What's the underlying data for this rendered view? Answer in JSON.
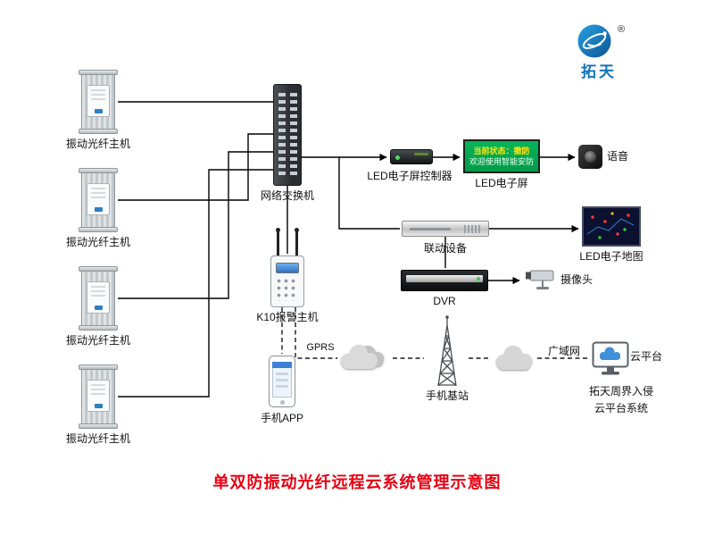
{
  "logo": {
    "brand": "拓天",
    "registered": "®"
  },
  "labels": {
    "fiber_host": "振动光纤主机",
    "switch": "网络交换机",
    "led_controller": "LED电子屏控制器",
    "led_screen": "LED电子屏",
    "voice": "语音",
    "linkage": "联动设备",
    "led_map": "LED电子地图",
    "dvr": "DVR",
    "camera": "摄像头",
    "k10": "K10报警主机",
    "gprs": "GPRS",
    "app": "手机APP",
    "base_station": "手机基站",
    "wan": "广域网",
    "cloud_platform": "云平台",
    "platform_caption_1": "拓天周界入侵",
    "platform_caption_2": "云平台系统"
  },
  "led_screen": {
    "line1": "当前状态：撤防",
    "line2": "欢迎使用智能安防"
  },
  "title": "单双防振动光纤远程云系统管理示意图",
  "colors": {
    "title_red": "#e60012",
    "brand_blue": "#1274b8",
    "screen_green": "#02a94f",
    "screen_text_yellow": "#ffe713",
    "screen_text_light": "#eafff0"
  }
}
